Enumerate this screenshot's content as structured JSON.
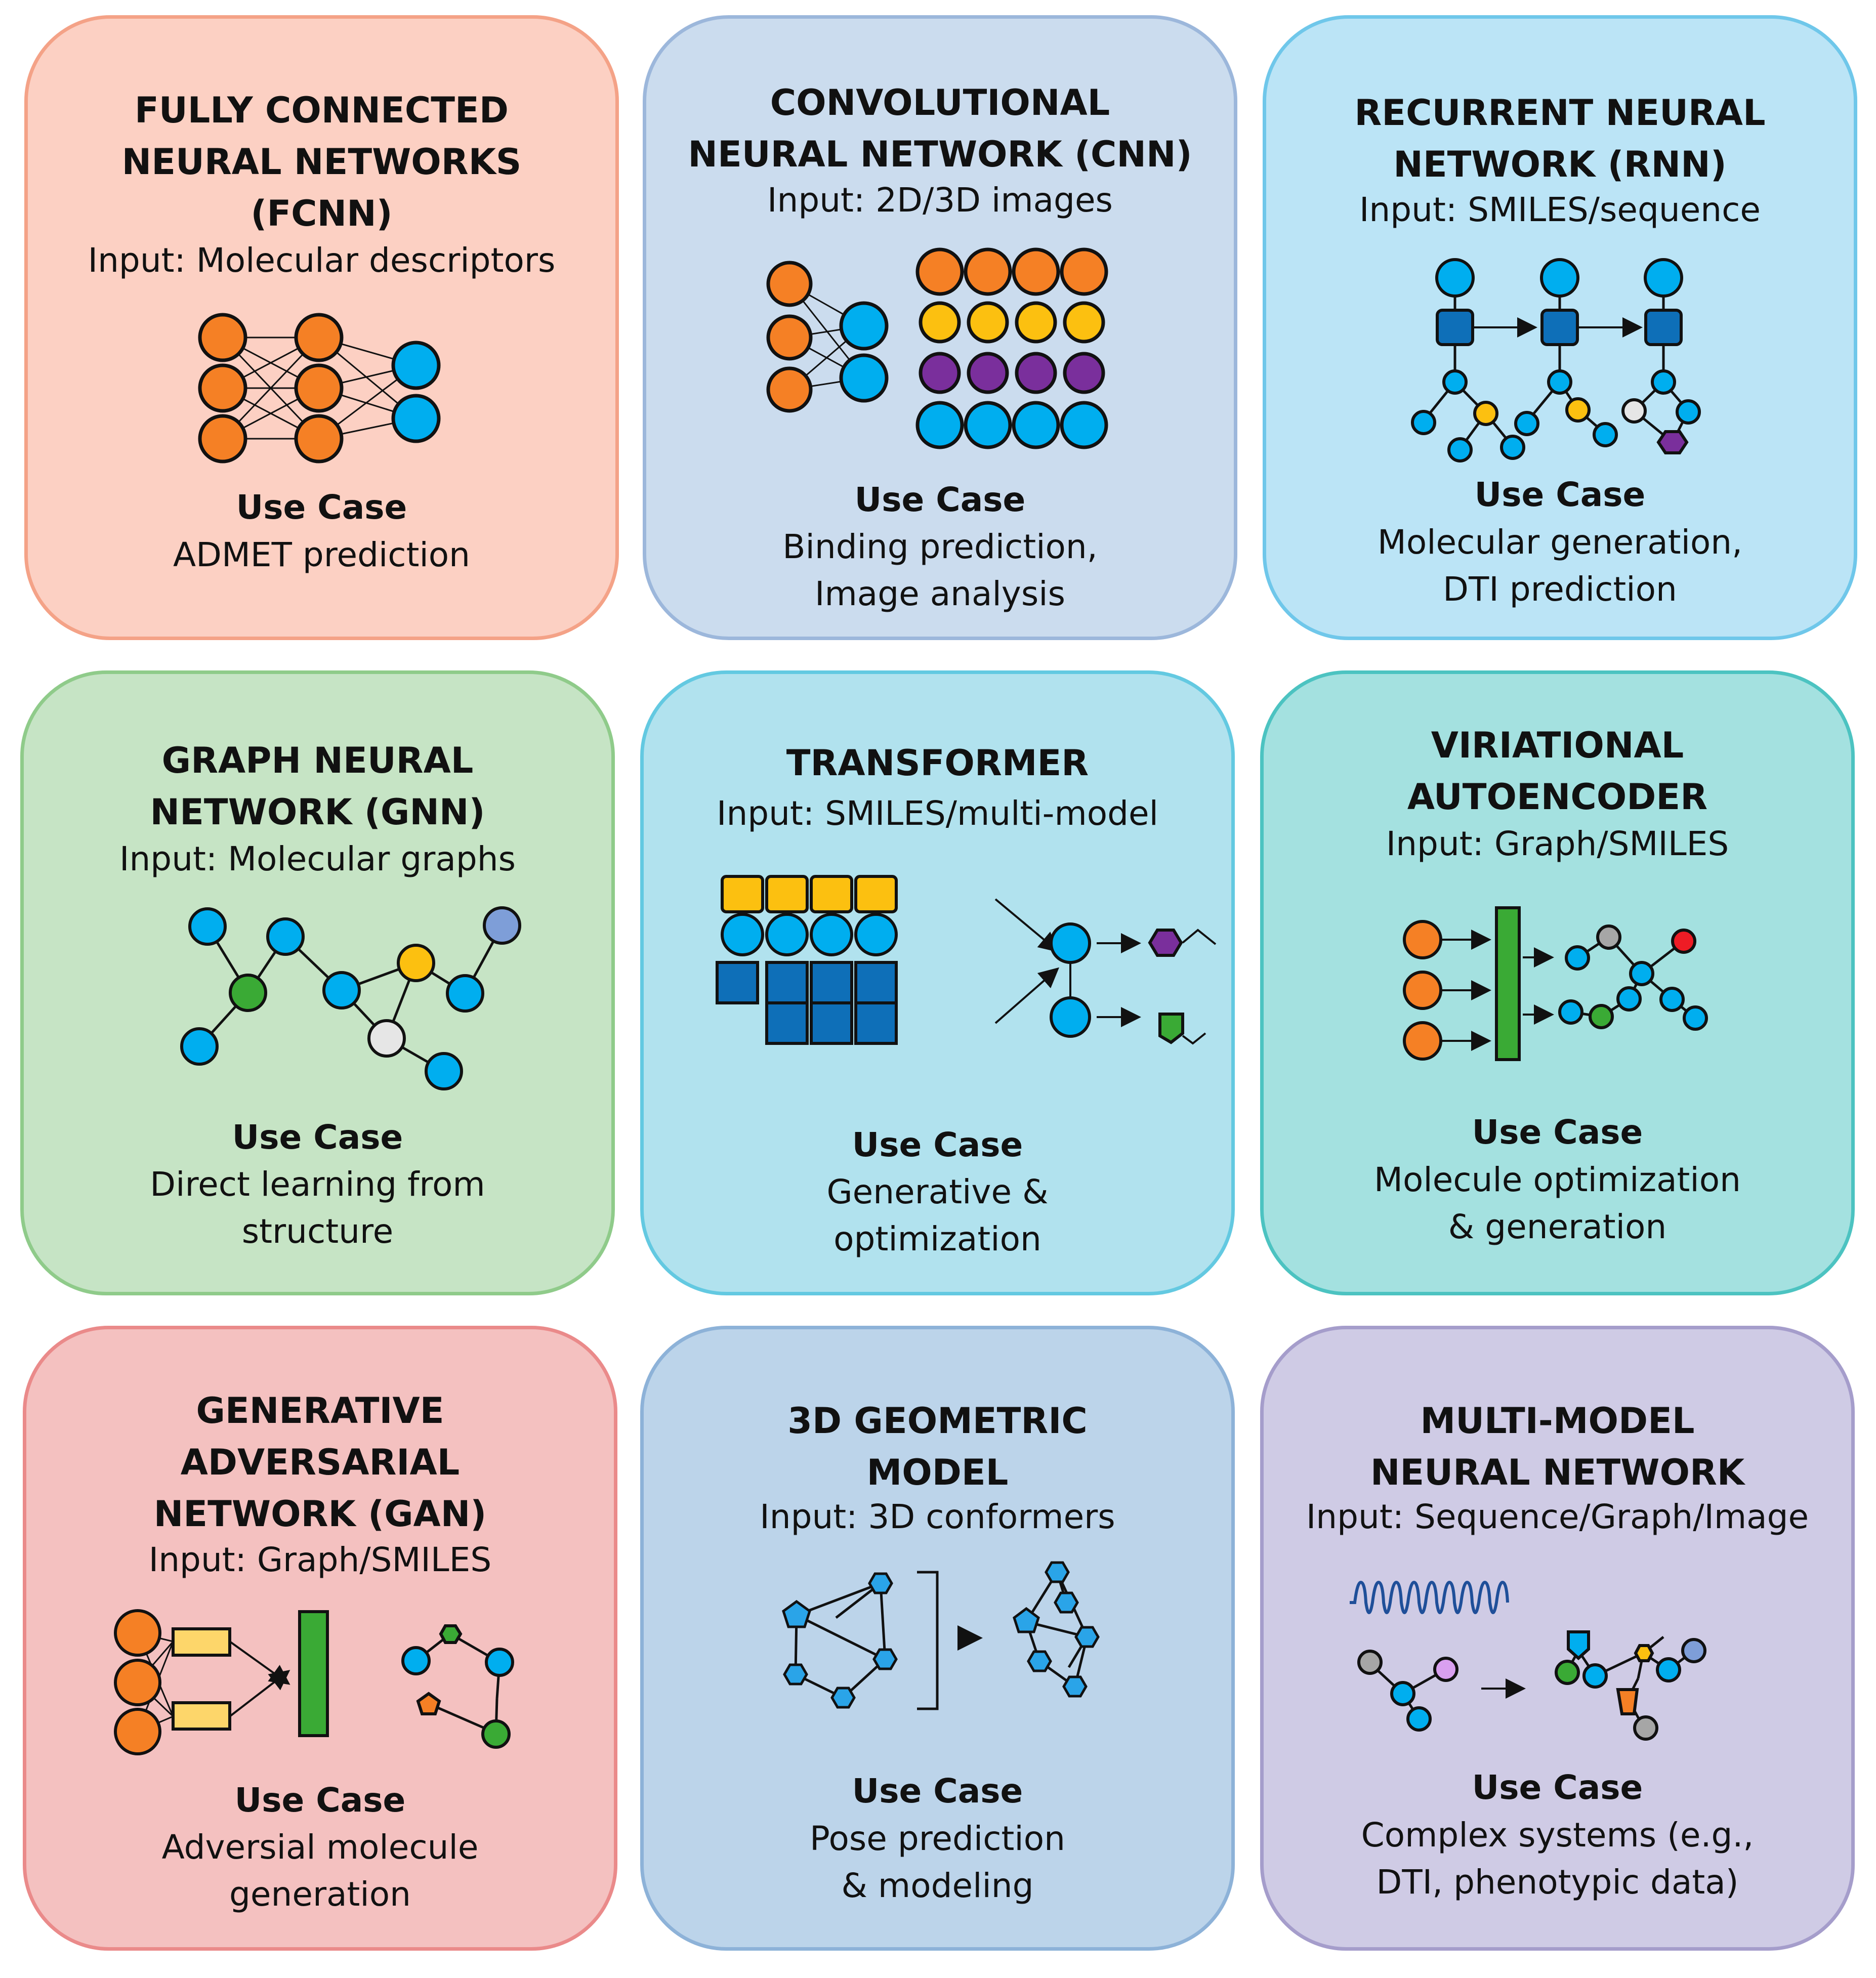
{
  "cards": {
    "fcnn": {
      "title": [
        "FULLY CONNECTED",
        "NEURAL NETWORKS",
        "(FCNN)"
      ],
      "input": "Input: Molecular descriptors",
      "use_case_label": "Use Case",
      "use_case": [
        "ADMET prediction"
      ]
    },
    "cnn": {
      "title": [
        "CONVOLUTIONAL",
        "NEURAL NETWORK (CNN)"
      ],
      "input": "Input: 2D/3D images",
      "use_case_label": "Use Case",
      "use_case": [
        "Binding prediction,",
        "Image analysis"
      ]
    },
    "rnn": {
      "title": [
        "RECURRENT NEURAL",
        "NETWORK (RNN)"
      ],
      "input": "Input: SMILES/sequence",
      "use_case_label": "Use Case",
      "use_case": [
        "Molecular generation,",
        "DTI prediction"
      ]
    },
    "gnn": {
      "title": [
        "GRAPH NEURAL",
        "NETWORK (GNN)"
      ],
      "input": "Input: Molecular graphs",
      "use_case_label": "Use Case",
      "use_case": [
        "Direct learning from",
        "structure"
      ]
    },
    "transformer": {
      "title": [
        "TRANSFORMER"
      ],
      "input": "Input: SMILES/multi-model",
      "use_case_label": "Use Case",
      "use_case": [
        "Generative &",
        "optimization"
      ]
    },
    "vae": {
      "title": [
        "VIRIATIONAL",
        "AUTOENCODER"
      ],
      "input": "Input: Graph/SMILES",
      "use_case_label": "Use Case",
      "use_case": [
        "Molecule optimization",
        "& generation"
      ]
    },
    "gan": {
      "title": [
        "GENERATIVE",
        "ADVERSARIAL",
        "NETWORK (GAN)"
      ],
      "input": "Input: Graph/SMILES",
      "use_case_label": "Use Case",
      "use_case": [
        "Adversial molecule",
        "generation"
      ]
    },
    "geo3d": {
      "title": [
        "3D GEOMETRIC",
        "MODEL"
      ],
      "input": "Input: 3D conformers",
      "use_case_label": "Use Case",
      "use_case": [
        "Pose prediction",
        "& modeling"
      ]
    },
    "multimodel": {
      "title": [
        "MULTI-MODEL",
        "NEURAL NETWORK"
      ],
      "input": "Input: Sequence/Graph/Image",
      "use_case_label": "Use Case",
      "use_case": [
        "Complex systems (e.g.,",
        "DTI, phenotypic data)"
      ]
    }
  },
  "colors": {
    "orange_node": "#f58025",
    "blue_node": "#00aeef",
    "yellow_node": "#fcc010",
    "purple_node": "#7a2f9c",
    "green_node": "#3aaa35",
    "dark_blue_block": "#0e6fb8",
    "gray_node": "#a6a6a6",
    "light_gray_node": "#e6e6e6",
    "red_node": "#ee1c25",
    "pink_node": "#d9a0f0",
    "periwinkle_node": "#7e9ed8",
    "pale_yellow_block": "#fdd66a",
    "bright_blue_hex": "#2aa4e8",
    "wave_blue": "#1f4f99"
  }
}
